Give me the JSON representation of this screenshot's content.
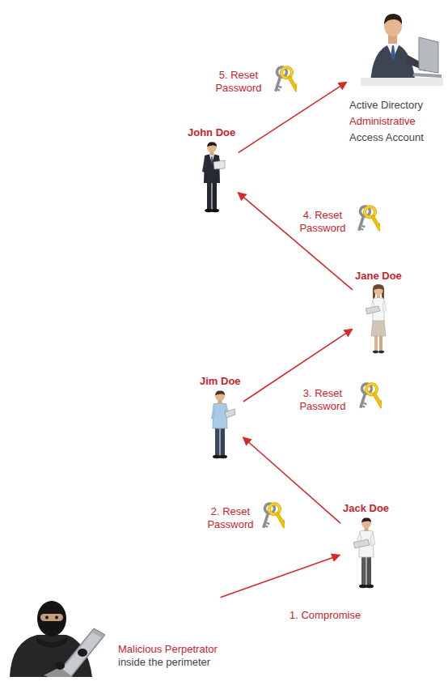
{
  "diagram": {
    "nodes": [
      {
        "text": [
          "Malicious Perpetrator",
          "inside the perimeter"
        ]
      },
      {
        "text": [
          "Jack Doe"
        ]
      },
      {
        "text": [
          "Jim Doe"
        ]
      },
      {
        "text": [
          "Jane Doe"
        ]
      },
      {
        "text": [
          "John Doe"
        ]
      },
      {
        "text": [
          "Active Directory",
          "Administrative",
          "Access Account"
        ]
      }
    ],
    "edges": [
      {
        "from": 0,
        "to": 1,
        "arrow": "to",
        "label": "1. Compromise"
      },
      {
        "from": 1,
        "to": 2,
        "arrow": "to",
        "label": "2. Reset Password"
      },
      {
        "from": 2,
        "to": 3,
        "arrow": "to",
        "label": "3. Reset Password"
      },
      {
        "from": 3,
        "to": 4,
        "arrow": "to",
        "label": "4. Reset Password"
      },
      {
        "from": 4,
        "to": 5,
        "arrow": "to",
        "label": "5. Reset Password"
      }
    ]
  }
}
